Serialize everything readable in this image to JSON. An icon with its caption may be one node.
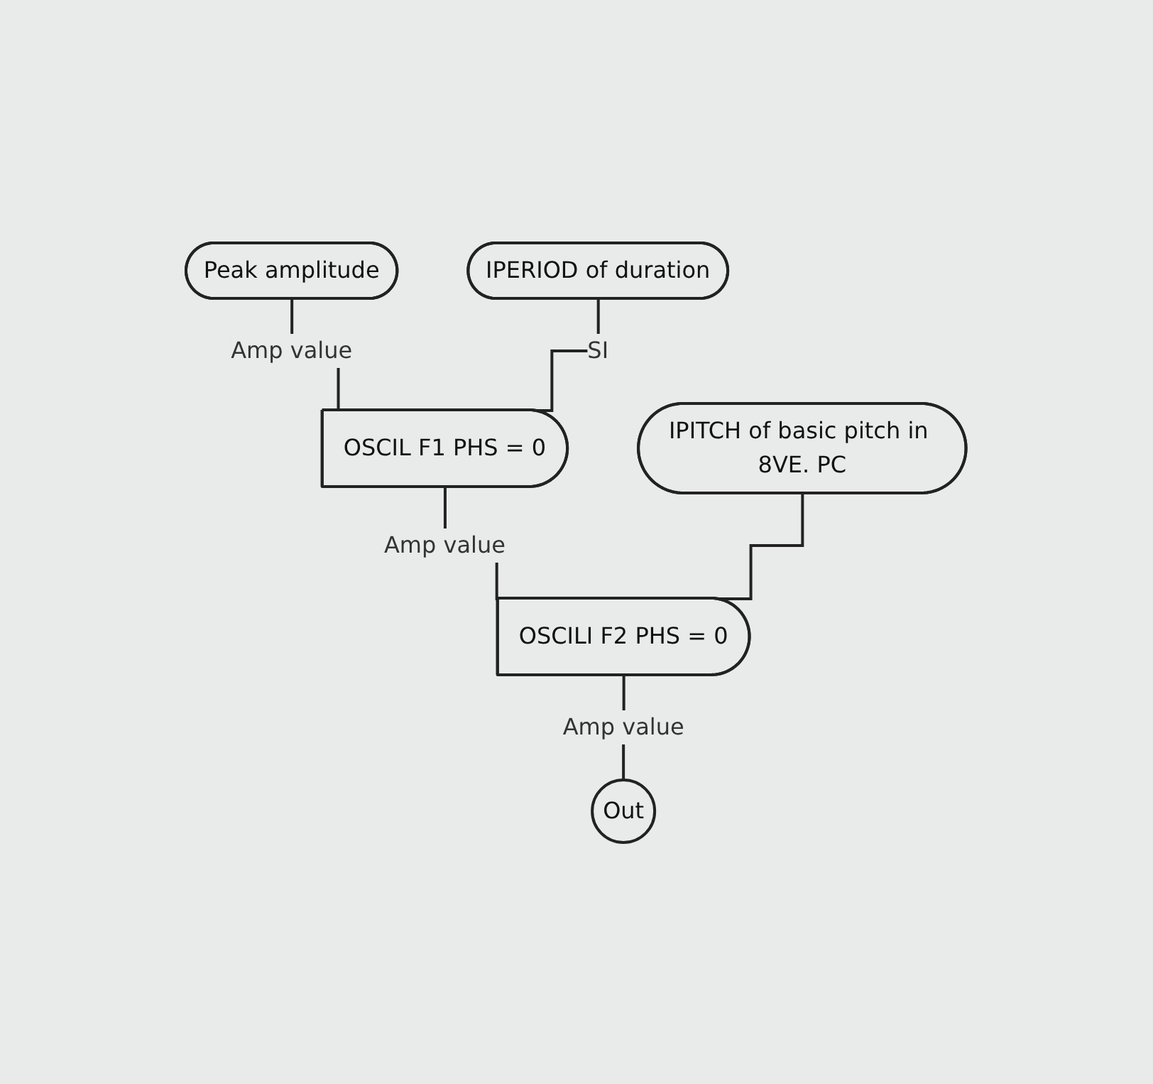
{
  "diagram": {
    "nodes": [
      {
        "text": [
          "Peak amplitude"
        ]
      },
      {
        "text": [
          "IPERIOD of duration"
        ]
      },
      {
        "text": [
          "OSCIL F1 PHS = 0"
        ]
      },
      {
        "text": [
          "IPITCH of basic pitch in 8VE. PC"
        ]
      },
      {
        "text": [
          "OSCILI F2 PHS = 0"
        ]
      },
      {
        "text": [
          "Out"
        ]
      }
    ],
    "edges": [
      {
        "from": 0,
        "to": 2,
        "arrow": "none",
        "label": "Amp value"
      },
      {
        "from": 1,
        "to": 2,
        "arrow": "none",
        "label": "SI"
      },
      {
        "from": 2,
        "to": 4,
        "arrow": "none",
        "label": "Amp value"
      },
      {
        "from": 3,
        "to": 4,
        "arrow": "none"
      },
      {
        "from": 4,
        "to": 5,
        "arrow": "none",
        "label": "Amp value"
      }
    ]
  }
}
